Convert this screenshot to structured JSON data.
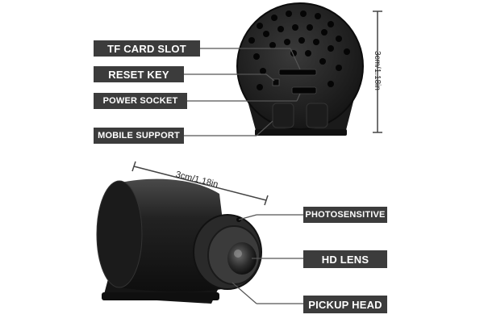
{
  "callouts_top": {
    "tf_card_slot": "TF CARD SLOT",
    "reset_key": "RESET KEY",
    "power_socket": "POWER SOCKET",
    "mobile_support": "MOBILE SUPPORT"
  },
  "callouts_bottom": {
    "photosensitive": "PHOTOSENSITIVE",
    "hd_lens": "HD LENS",
    "pickup_head": "PICKUP HEAD"
  },
  "dimensions": {
    "height_label": "3cm/1.18in",
    "length_label": "3cm/1.18in"
  },
  "colors": {
    "label_bg": "#3c3c3c",
    "camera_body": "#1e1e1e"
  }
}
